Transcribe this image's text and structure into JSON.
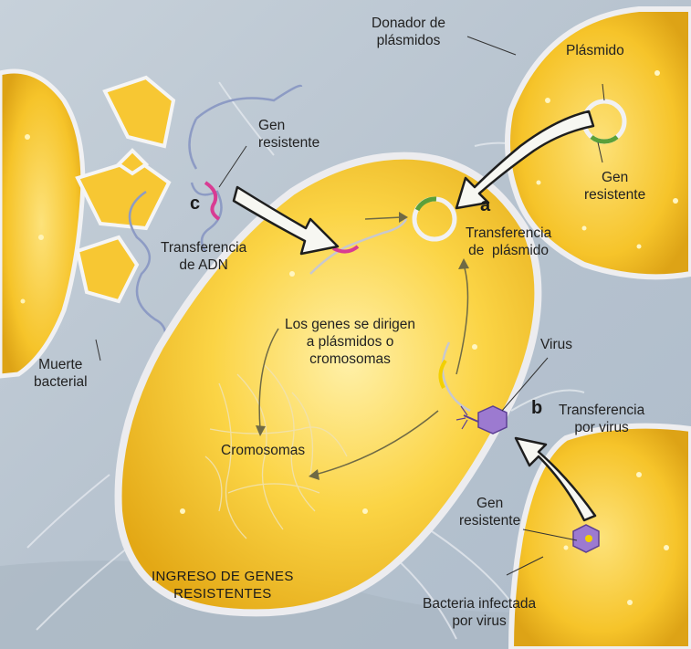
{
  "labels": {
    "donador": "Donador de\nplásmidos",
    "plasmido": "Plásmido",
    "gen_resistente_top": "Gen\nresistente",
    "gen_resistente_left": "Gen\nresistente",
    "gen_resistente_bottom": "Gen\nresistente",
    "letter_a": "a",
    "transfer_plasmido": "Transferencia\nde  plásmido",
    "letter_c": "c",
    "transfer_adn": "Transferencia\nde ADN",
    "genes_dirigen": "Los genes se dirigen\na plásmidos o\ncromosomas",
    "muerte": "Muerte\nbacterial",
    "virus": "Virus",
    "letter_b": "b",
    "transfer_virus": "Transferencia\npor virus",
    "cromosomas": "Cromosomas",
    "ingreso": "INGRESO DE GENES\nRESISTENTES",
    "bacteria_infectada": "Bacteria infectada\npor virus"
  },
  "colors": {
    "background": "#b8c6d3",
    "cell_yellow": "#f6c42a",
    "cell_light": "#fde27a",
    "cell_edge": "#e7e7ea",
    "dna_blue": "#8d9bc4",
    "gene_pink": "#d83c93",
    "gene_green": "#5aa03a",
    "virus_purple": "#9c7ad0",
    "arrow": "#1e1e1e"
  }
}
